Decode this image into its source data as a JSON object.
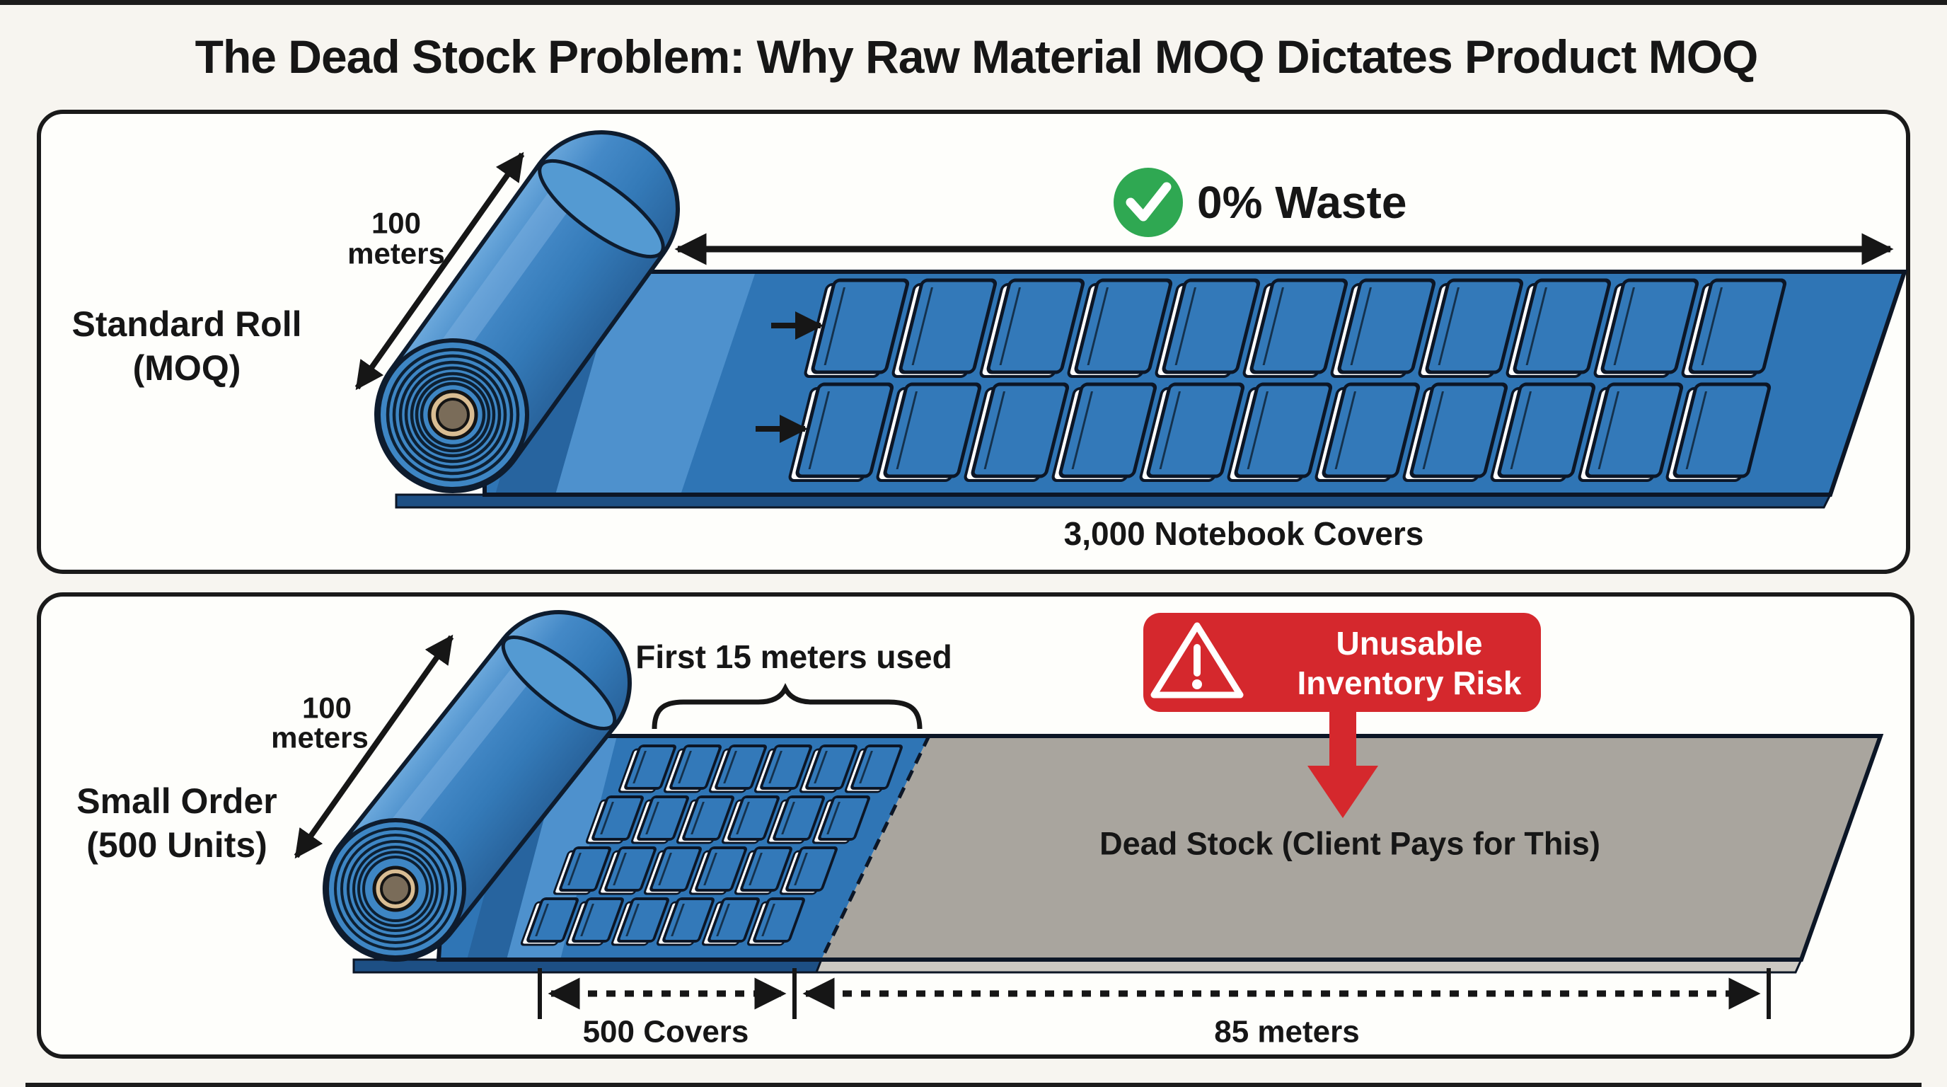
{
  "title": "The Dead Stock Problem: Why Raw Material MOQ Dictates Product MOQ",
  "colors": {
    "ink": "#161616",
    "material_blue": "#2f75b5",
    "cover_blue": "#3379b9",
    "dead_stock_gray": "#a9a59e",
    "success_green": "#2fa852",
    "risk_red": "#d5282d",
    "core_tan": "#d9bd93",
    "core_brown": "#7a6c59"
  },
  "icons": {
    "waste": "check-icon",
    "risk": "warning-triangle-icon"
  },
  "panel_standard": {
    "label_line1": "Standard Roll",
    "label_line2": "(MOQ)",
    "roll_length_line1": "100",
    "roll_length_line2": "meters",
    "waste_label": "0% Waste",
    "caption": "3,000 Notebook Covers",
    "covers": {
      "rows": 2,
      "cols": 11
    }
  },
  "panel_small": {
    "label_line1": "Small Order",
    "label_line2": "(500 Units)",
    "roll_length_line1": "100",
    "roll_length_line2": "meters",
    "used_label": "First 15 meters used",
    "risk_line1": "Unusable",
    "risk_line2": "Inventory Risk",
    "dead_stock_label": "Dead Stock (Client Pays for This)",
    "measure_left": "500 Covers",
    "measure_right": "85 meters",
    "covers": {
      "rows": 4,
      "cols": 6
    }
  }
}
